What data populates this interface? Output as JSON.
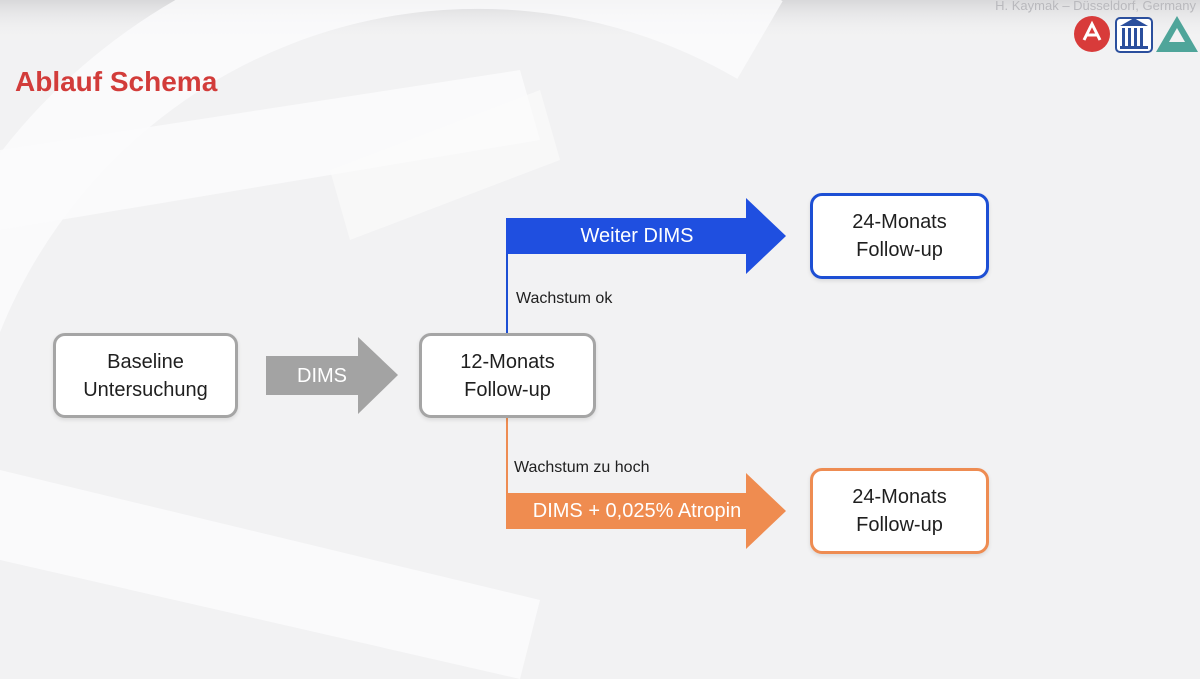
{
  "slide": {
    "title": "Ablauf Schema",
    "credit": "H. Kaymak – Düsseldorf, Germany"
  },
  "nodes": {
    "baseline": [
      "Baseline",
      "Untersuchung"
    ],
    "followup_12": [
      "12-Monats",
      "Follow-up"
    ],
    "followup_24_top": [
      "24-Monats",
      "Follow-up"
    ],
    "followup_24_bottom": [
      "24-Monats",
      "Follow-up"
    ]
  },
  "arrows": {
    "dims": "DIMS",
    "weiter_dims": "Weiter DIMS",
    "dims_atropin": "DIMS + 0,025% Atropin"
  },
  "branches": {
    "ok": "Wachstum ok",
    "zu_hoch": "Wachstum zu hoch"
  },
  "colors": {
    "title": "#d23c3a",
    "grey": "#a5a5a5",
    "blue": "#1d4fd4",
    "orange": "#ee8c52"
  },
  "logos": [
    "red-circle-logo",
    "university-seal-logo",
    "triangle-logo"
  ]
}
